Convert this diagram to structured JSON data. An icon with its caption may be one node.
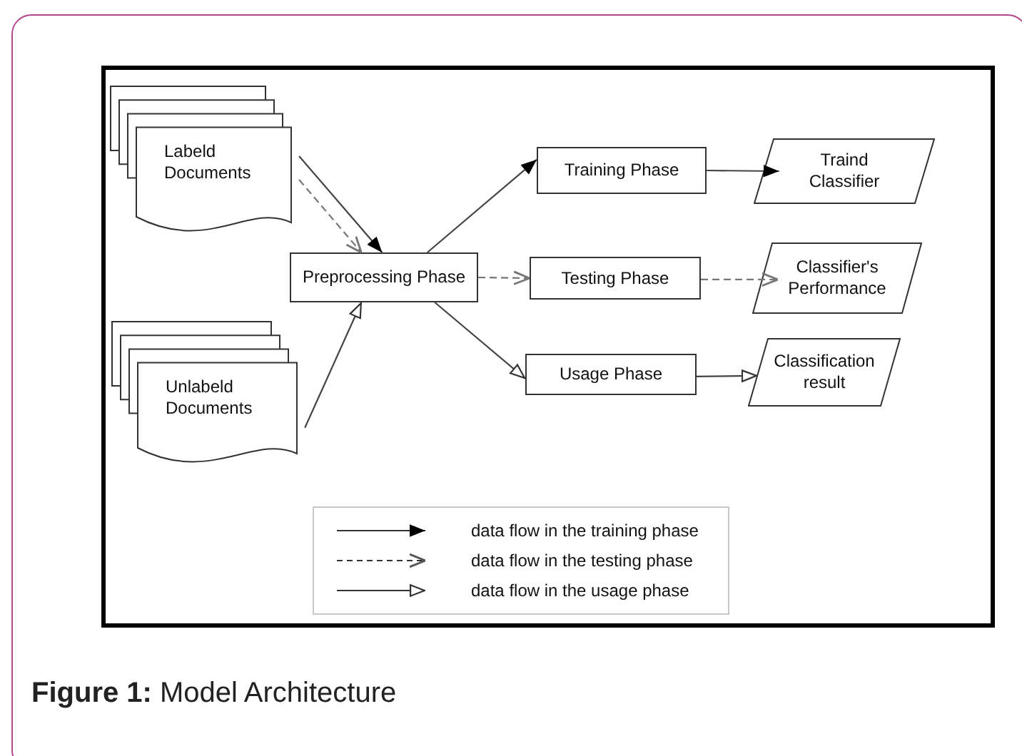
{
  "diagram": {
    "caption": "**Figure 1:** Model Architecture",
    "nodes": [
      {
        "text": [
          "Labeld Documents"
        ]
      },
      {
        "text": [
          "Unlabeld Documents"
        ]
      },
      {
        "text": [
          "Preprocessing Phase"
        ]
      },
      {
        "text": [
          "Training Phase"
        ]
      },
      {
        "text": [
          "Testing Phase"
        ]
      },
      {
        "text": [
          "Usage Phase"
        ]
      },
      {
        "text": [
          "Traind Classifier"
        ]
      },
      {
        "text": [
          "Classifier's Performance"
        ]
      },
      {
        "text": [
          "Classification result"
        ]
      }
    ],
    "edges": [
      {
        "from": 0,
        "to": 2,
        "arrow": "to"
      },
      {
        "from": 0,
        "to": 2,
        "arrow": "to",
        "style": "dashed"
      },
      {
        "from": 1,
        "to": 2,
        "arrow": "to"
      },
      {
        "from": 2,
        "to": 3,
        "arrow": "to"
      },
      {
        "from": 2,
        "to": 4,
        "arrow": "to",
        "style": "dashed"
      },
      {
        "from": 2,
        "to": 5,
        "arrow": "to"
      },
      {
        "from": 3,
        "to": 6,
        "arrow": "to"
      },
      {
        "from": 4,
        "to": 7,
        "arrow": "to",
        "style": "dashed"
      },
      {
        "from": 5,
        "to": 8,
        "arrow": "to"
      }
    ],
    "legend": [
      {
        "text": "data flow in the training phase"
      },
      {
        "text": "data flow in the testing phase"
      },
      {
        "text": "data flow in the usage phase"
      }
    ]
  }
}
